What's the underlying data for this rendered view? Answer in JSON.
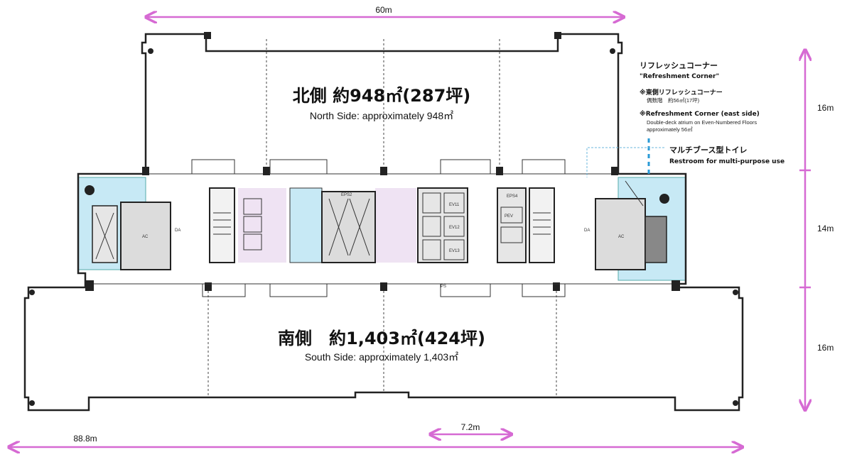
{
  "dimensions": {
    "top_width": "60m",
    "bottom_width": "88.8m",
    "notch_width": "7.2m",
    "right_north": "16m",
    "right_core": "14m",
    "right_south": "16m"
  },
  "north": {
    "title": "北側 約948㎡(287坪)",
    "subtitle": "North Side: approximately 948㎡"
  },
  "south": {
    "title": "南側　約1,403㎡(424坪)",
    "subtitle": "South Side: approximately 1,403㎡"
  },
  "notes": {
    "refresh_jp": "リフレッシュコーナー",
    "refresh_en": "\"Refreshment Corner\"",
    "east_jp": "※東側リフレッシュコーナー",
    "east_jp_detail": "偶数階　約56㎡(17坪)",
    "east_en": "※Refreshment Corner (east side)",
    "east_en_detail1": "Double-deck atrium  on Even-Numbered Floors",
    "east_en_detail2": "approximately 56㎡",
    "restroom_jp": "マルチブース型トイレ",
    "restroom_en": "Restroom for multi-purpose use"
  },
  "rooms": {
    "ac": "AC",
    "eps2": "EPS2",
    "eps4": "EPS4",
    "ev11": "EV11",
    "ev12": "EV12",
    "ev13": "EV13",
    "pev": "PEV",
    "da": "DA",
    "ps": "PS"
  },
  "colors": {
    "dimension_arrow": "#d66ad3",
    "refreshment_area": "#c7e9f5",
    "restroom_area": "#efe3f3",
    "core_shaft": "#d8d8d8",
    "restroom_leader": "#2a9ad6"
  }
}
